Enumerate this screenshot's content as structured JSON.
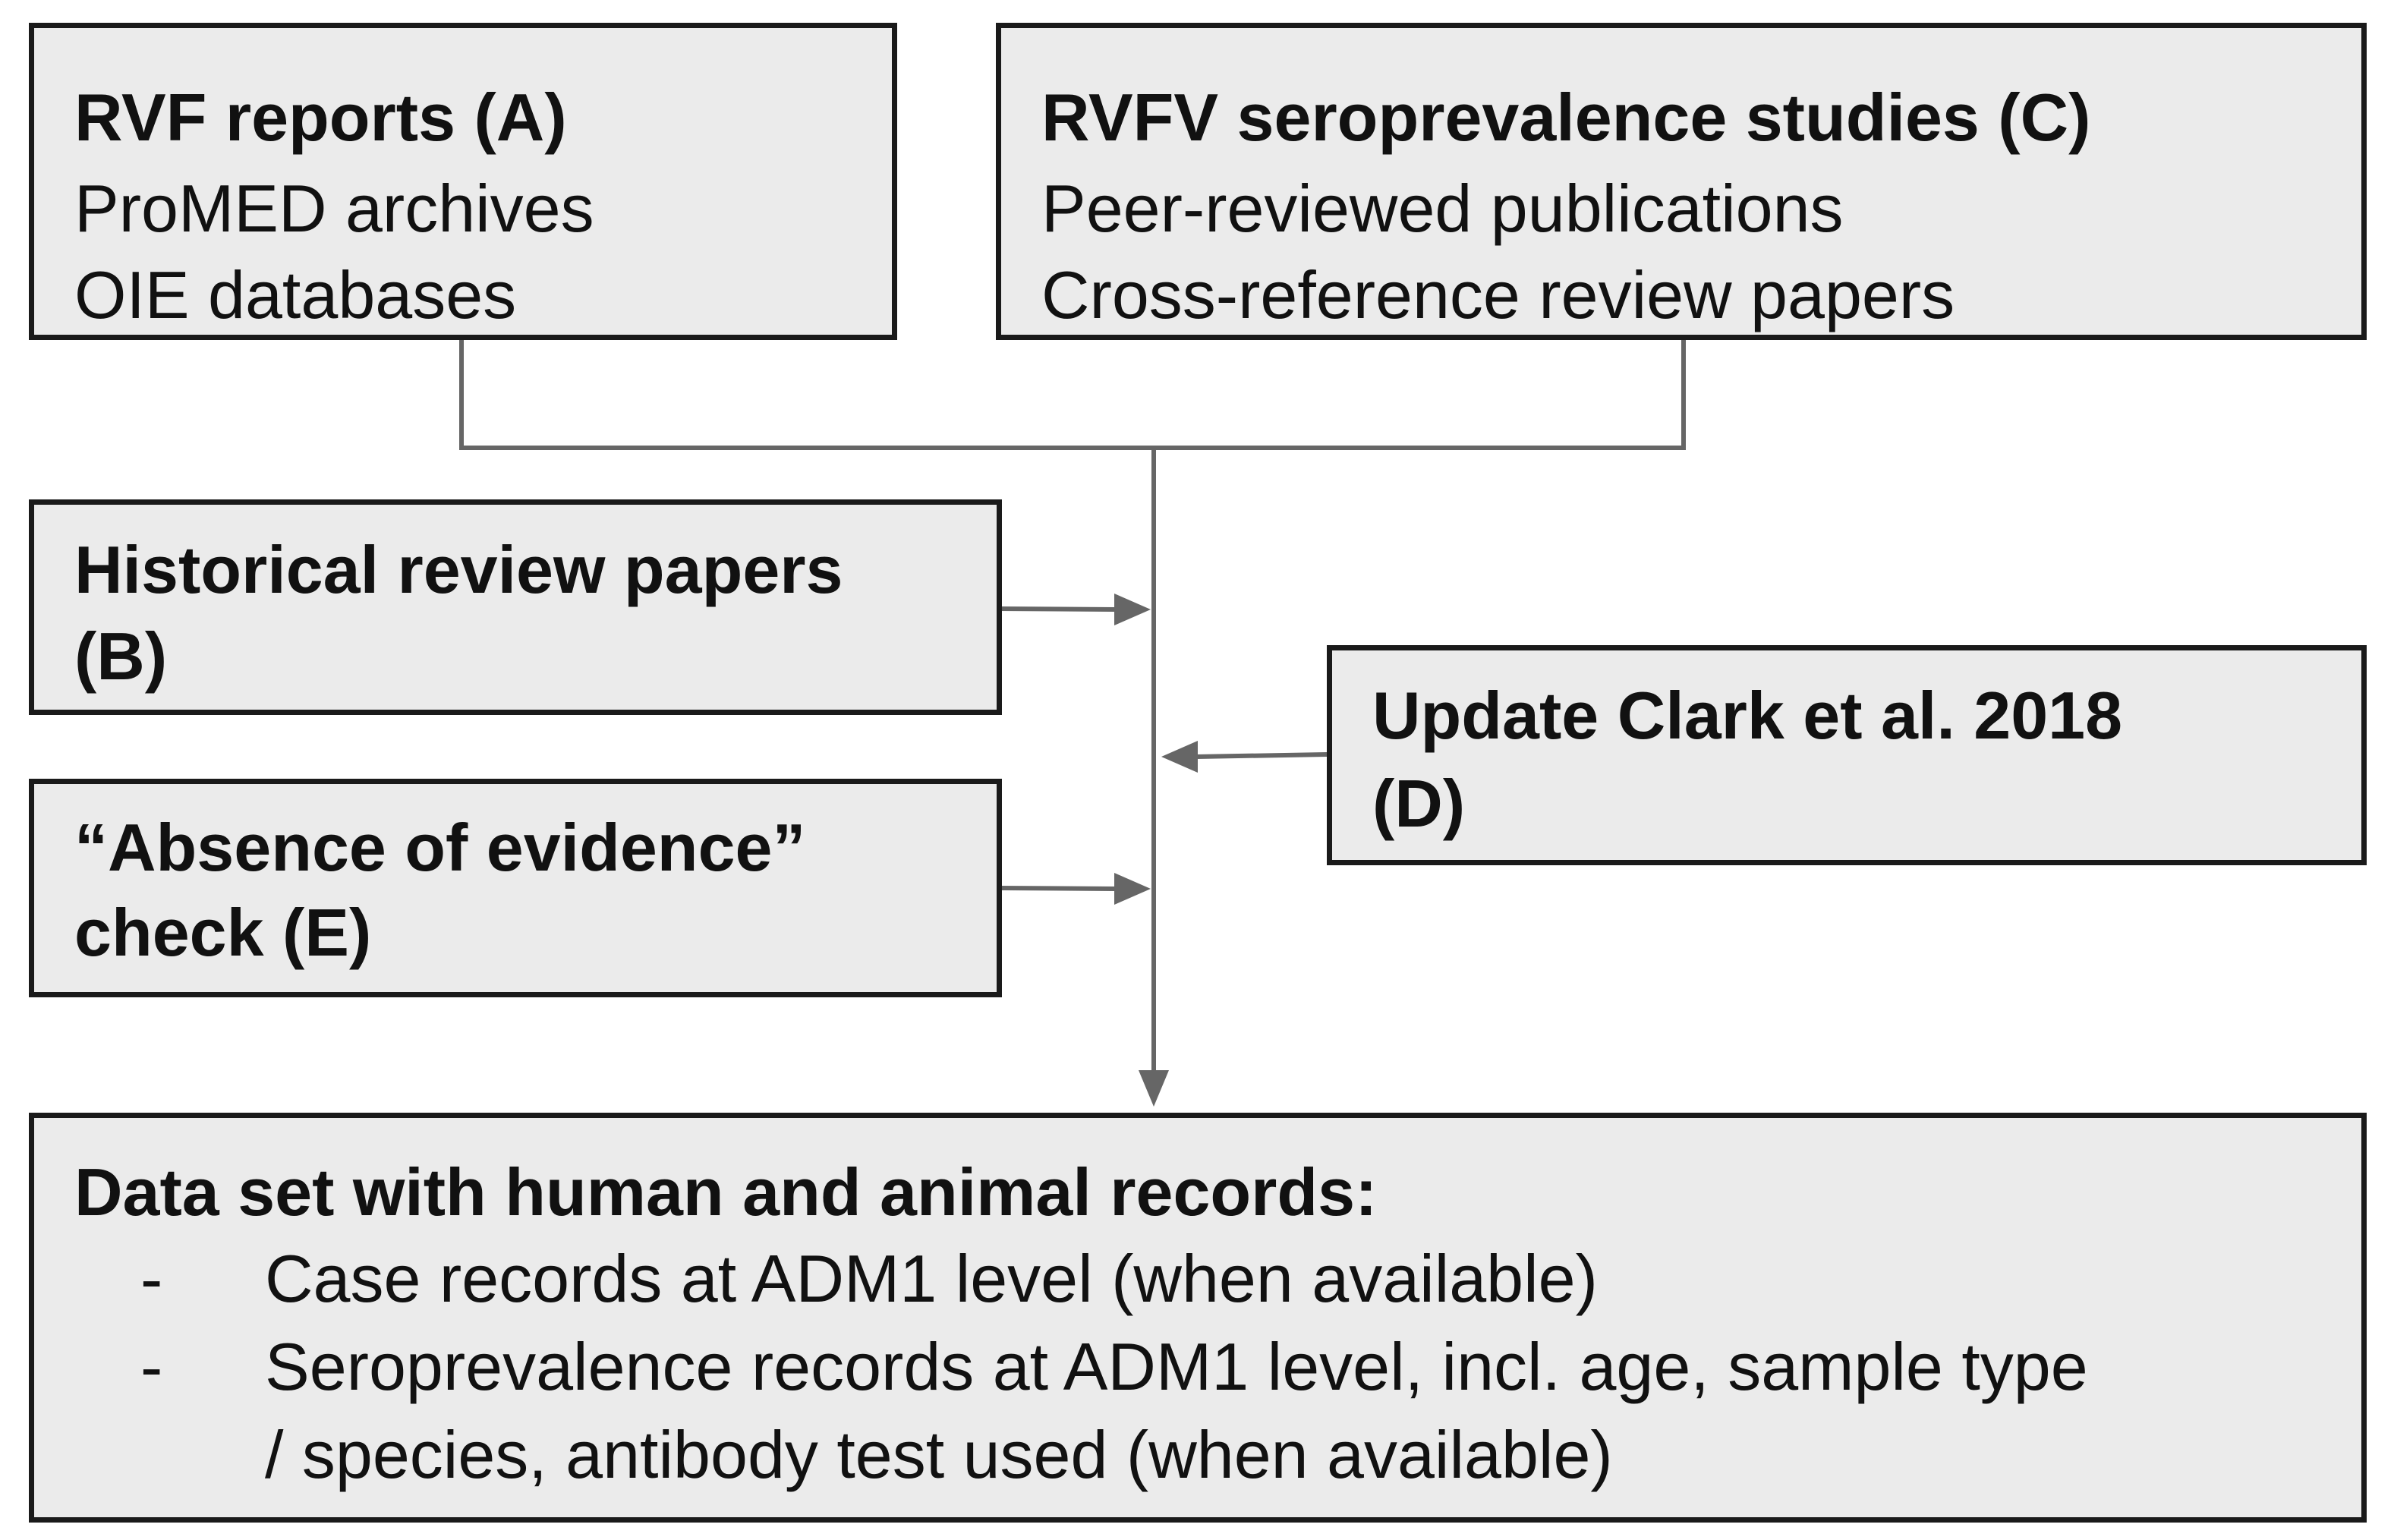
{
  "boxes": {
    "a": {
      "title": "RVF reports (A)",
      "lines": [
        "ProMED archives",
        "OIE databases"
      ]
    },
    "c": {
      "title": "RVFV seroprevalence studies (C)",
      "lines": [
        "Peer-reviewed publications",
        "Cross-reference review papers"
      ]
    },
    "b": {
      "title_line1": "Historical review papers",
      "title_line2": "(B)"
    },
    "d": {
      "title_line1": "Update Clark et al. 2018",
      "title_line2": "(D)"
    },
    "e": {
      "title_line1": "“Absence of evidence”",
      "title_line2": "check (E)"
    },
    "output": {
      "title": "Data set with human and animal records:",
      "bullets": [
        {
          "dash": "-",
          "line1": "Case records at ADM1 level (when available)"
        },
        {
          "dash": "-",
          "line1": "Seroprevalence records at ADM1 level, incl. age, sample type",
          "line2": "/ species, antibody test used (when available)"
        }
      ]
    }
  },
  "colors": {
    "box_fill": "#ebebeb",
    "box_border": "#1a1a1a",
    "connector": "#666666"
  }
}
